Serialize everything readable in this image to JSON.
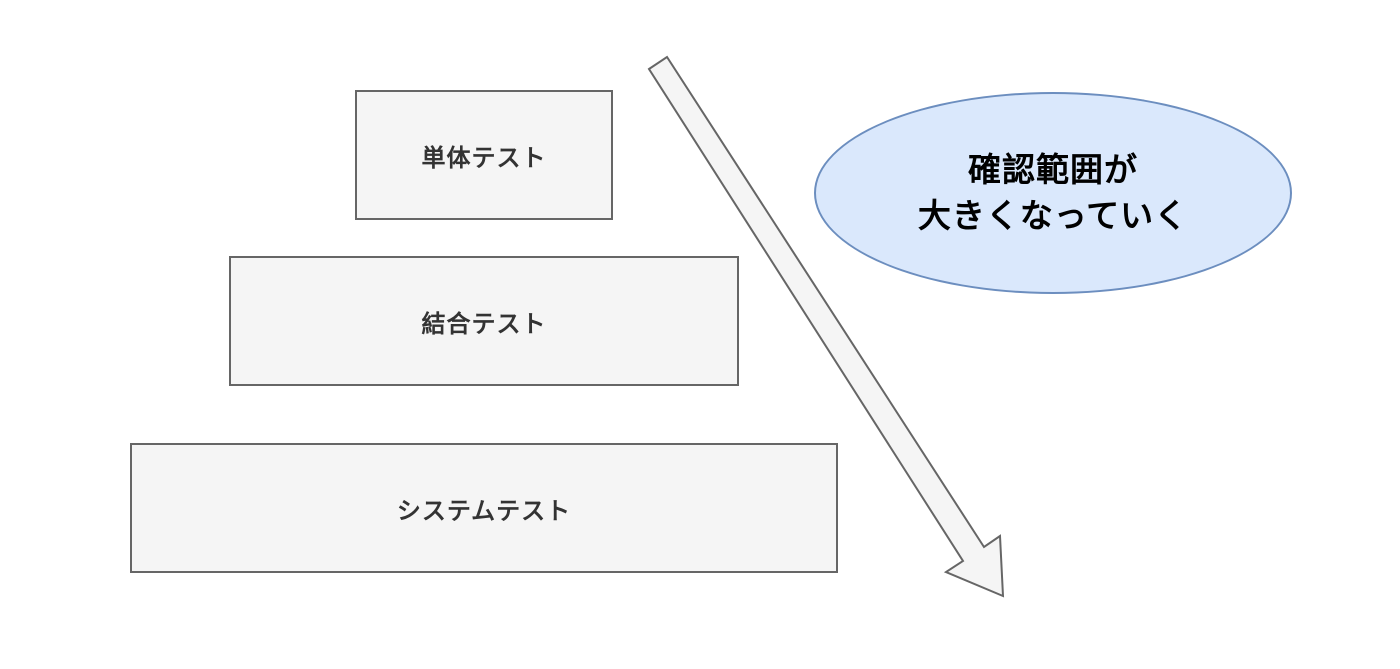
{
  "diagram": {
    "boxes": {
      "unit_test": "単体テスト",
      "integration_test": "結合テスト",
      "system_test": "システムテスト"
    },
    "callout": {
      "line1": "確認範囲が",
      "line2": "大きくなっていく"
    },
    "colors": {
      "box_fill": "#f5f5f5",
      "box_stroke": "#666666",
      "callout_fill": "#dae8fc",
      "callout_stroke": "#6c8ebf",
      "arrow_fill": "#f5f5f5",
      "arrow_stroke": "#666666"
    }
  }
}
